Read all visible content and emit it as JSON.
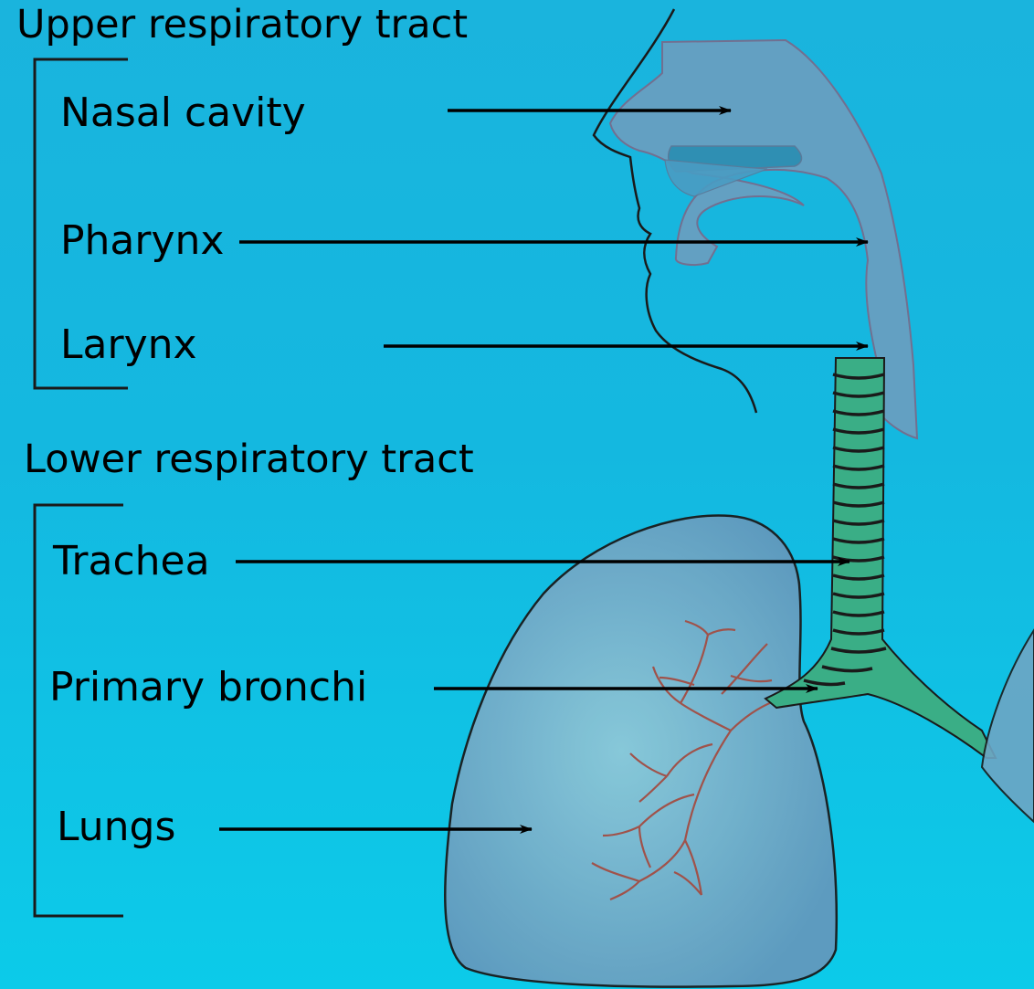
{
  "diagram": {
    "groups": [
      {
        "heading": "Upper respiratory tract",
        "items": [
          {
            "label": "Nasal cavity"
          },
          {
            "label": "Pharynx"
          },
          {
            "label": "Larynx"
          }
        ]
      },
      {
        "heading": "Lower respiratory tract",
        "items": [
          {
            "label": "Trachea"
          },
          {
            "label": "Primary bronchi"
          },
          {
            "label": "Lungs"
          }
        ]
      }
    ],
    "colors": {
      "background": "#17b8e0",
      "head_airway": "#6a9fc0",
      "trachea": "#3aae86",
      "lung": "#6da6c4",
      "bronchial_tree": "#a0524a",
      "outline": "#1a1a1a"
    }
  }
}
